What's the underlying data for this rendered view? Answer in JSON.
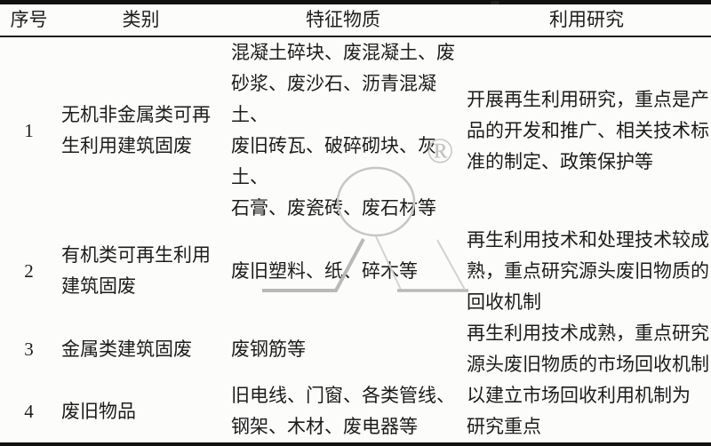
{
  "page": {
    "background_color": "#fcfcfb",
    "text_color": "#1c1c1c",
    "rule_color": "#111111"
  },
  "table": {
    "column_headers": [
      "序号",
      "类别",
      "特征物质",
      "利用研究"
    ],
    "rows": [
      {
        "no": "1",
        "category": "无机非金属类可再\n生利用建筑固废",
        "substances": "混凝土碎块、废混凝土、废\n砂浆、废沙石、沥青混凝土、\n废旧砖瓦、破碎砌块、灰土、\n石膏、废瓷砖、废石材等",
        "research": "开展再生利用研究，重点是产\n品的开发和推广、相关技术标\n准的制定、政策保护等"
      },
      {
        "no": "2",
        "category": "有机类可再生利用\n建筑固废",
        "substances": "废旧塑料、纸、碎木等",
        "research": "再生利用技术和处理技术较成\n熟，重点研究源头废旧物质的\n回收机制"
      },
      {
        "no": "3",
        "category": "金属类建筑固废",
        "substances": "废钢筋等",
        "research": "再生利用技术成熟，重点研究\n源头废旧物质的市场回收机制"
      },
      {
        "no": "4",
        "category": "废旧物品",
        "substances": "旧电线、门窗、各类管线、\n钢架、木材、废电器等",
        "research": "以建立市场回收利用机制为\n研究重点"
      }
    ]
  },
  "watermark": {
    "registered_symbol": "®",
    "color": "#c3c3c3"
  }
}
